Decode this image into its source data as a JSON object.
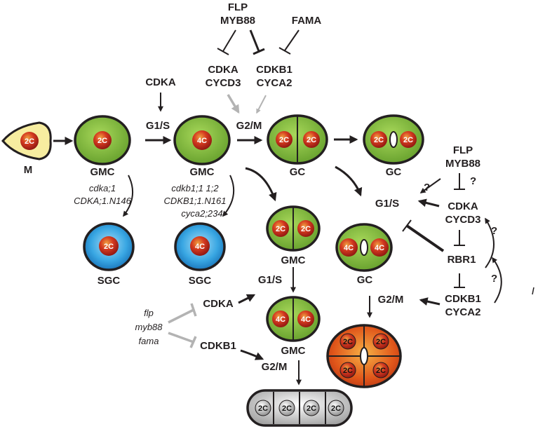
{
  "colors": {
    "guard_green": "#8cc63f",
    "nucleus_red": "#c1272d",
    "sgc_blue": "#29a3e0",
    "mother_yellow": "#f7eda0",
    "tetra_orange": "#e8631d",
    "gray_cells": "#c8c8c8",
    "line": "#231f20",
    "inhibit_gray": "#b3b3b3"
  },
  "regulators": {
    "flp_top": "FLP",
    "myb88_top": "MYB88",
    "fama_top": "FAMA",
    "cdka_top": "CDKA",
    "cycd3_top": "CYCD3",
    "cdkb1_top": "CDKB1",
    "cyca2_top": "CYCA2",
    "cdka_left": "CDKA",
    "g1s_top": "G1/S",
    "g2m_top": "G2/M",
    "flp_right": "FLP",
    "myb88_right": "MYB88",
    "q1": "?",
    "q2": "?",
    "q3": "?",
    "q4": "?",
    "g1s_right": "G1/S",
    "cdka_right": "CDKA",
    "cycd3_right": "CYCD3",
    "rbr1": "RBR1",
    "cdkb1_right": "CDKB1",
    "cyca2_right": "CYCA2",
    "g2m_right": "G2/M",
    "g1s_mid": "G1/S",
    "cdka_mid": "CDKA",
    "cdkb1_mid": "CDKB1",
    "g2m_bottom": "G2/M"
  },
  "cells": {
    "m_label": "M",
    "gmc1_label": "GMC",
    "gmc2_label": "GMC",
    "gc1_label": "GC",
    "gc2_label": "GC",
    "sgc1_label": "SGC",
    "sgc2_label": "SGC",
    "gmc3_label": "GMC",
    "gc3_label": "GC",
    "gmc4_label": "GMC",
    "ploidy_2c": "2C",
    "ploidy_4c": "4C"
  },
  "mutants": {
    "left_1": "cdka;1",
    "left_2": "CDKA;1.N146",
    "mid_1": "cdkb1;1 1;2",
    "mid_2": "CDKB1;1.N161",
    "mid_3": "cyca2;234",
    "m_flp": "flp",
    "m_myb88": "myb88",
    "m_fama": "fama"
  }
}
